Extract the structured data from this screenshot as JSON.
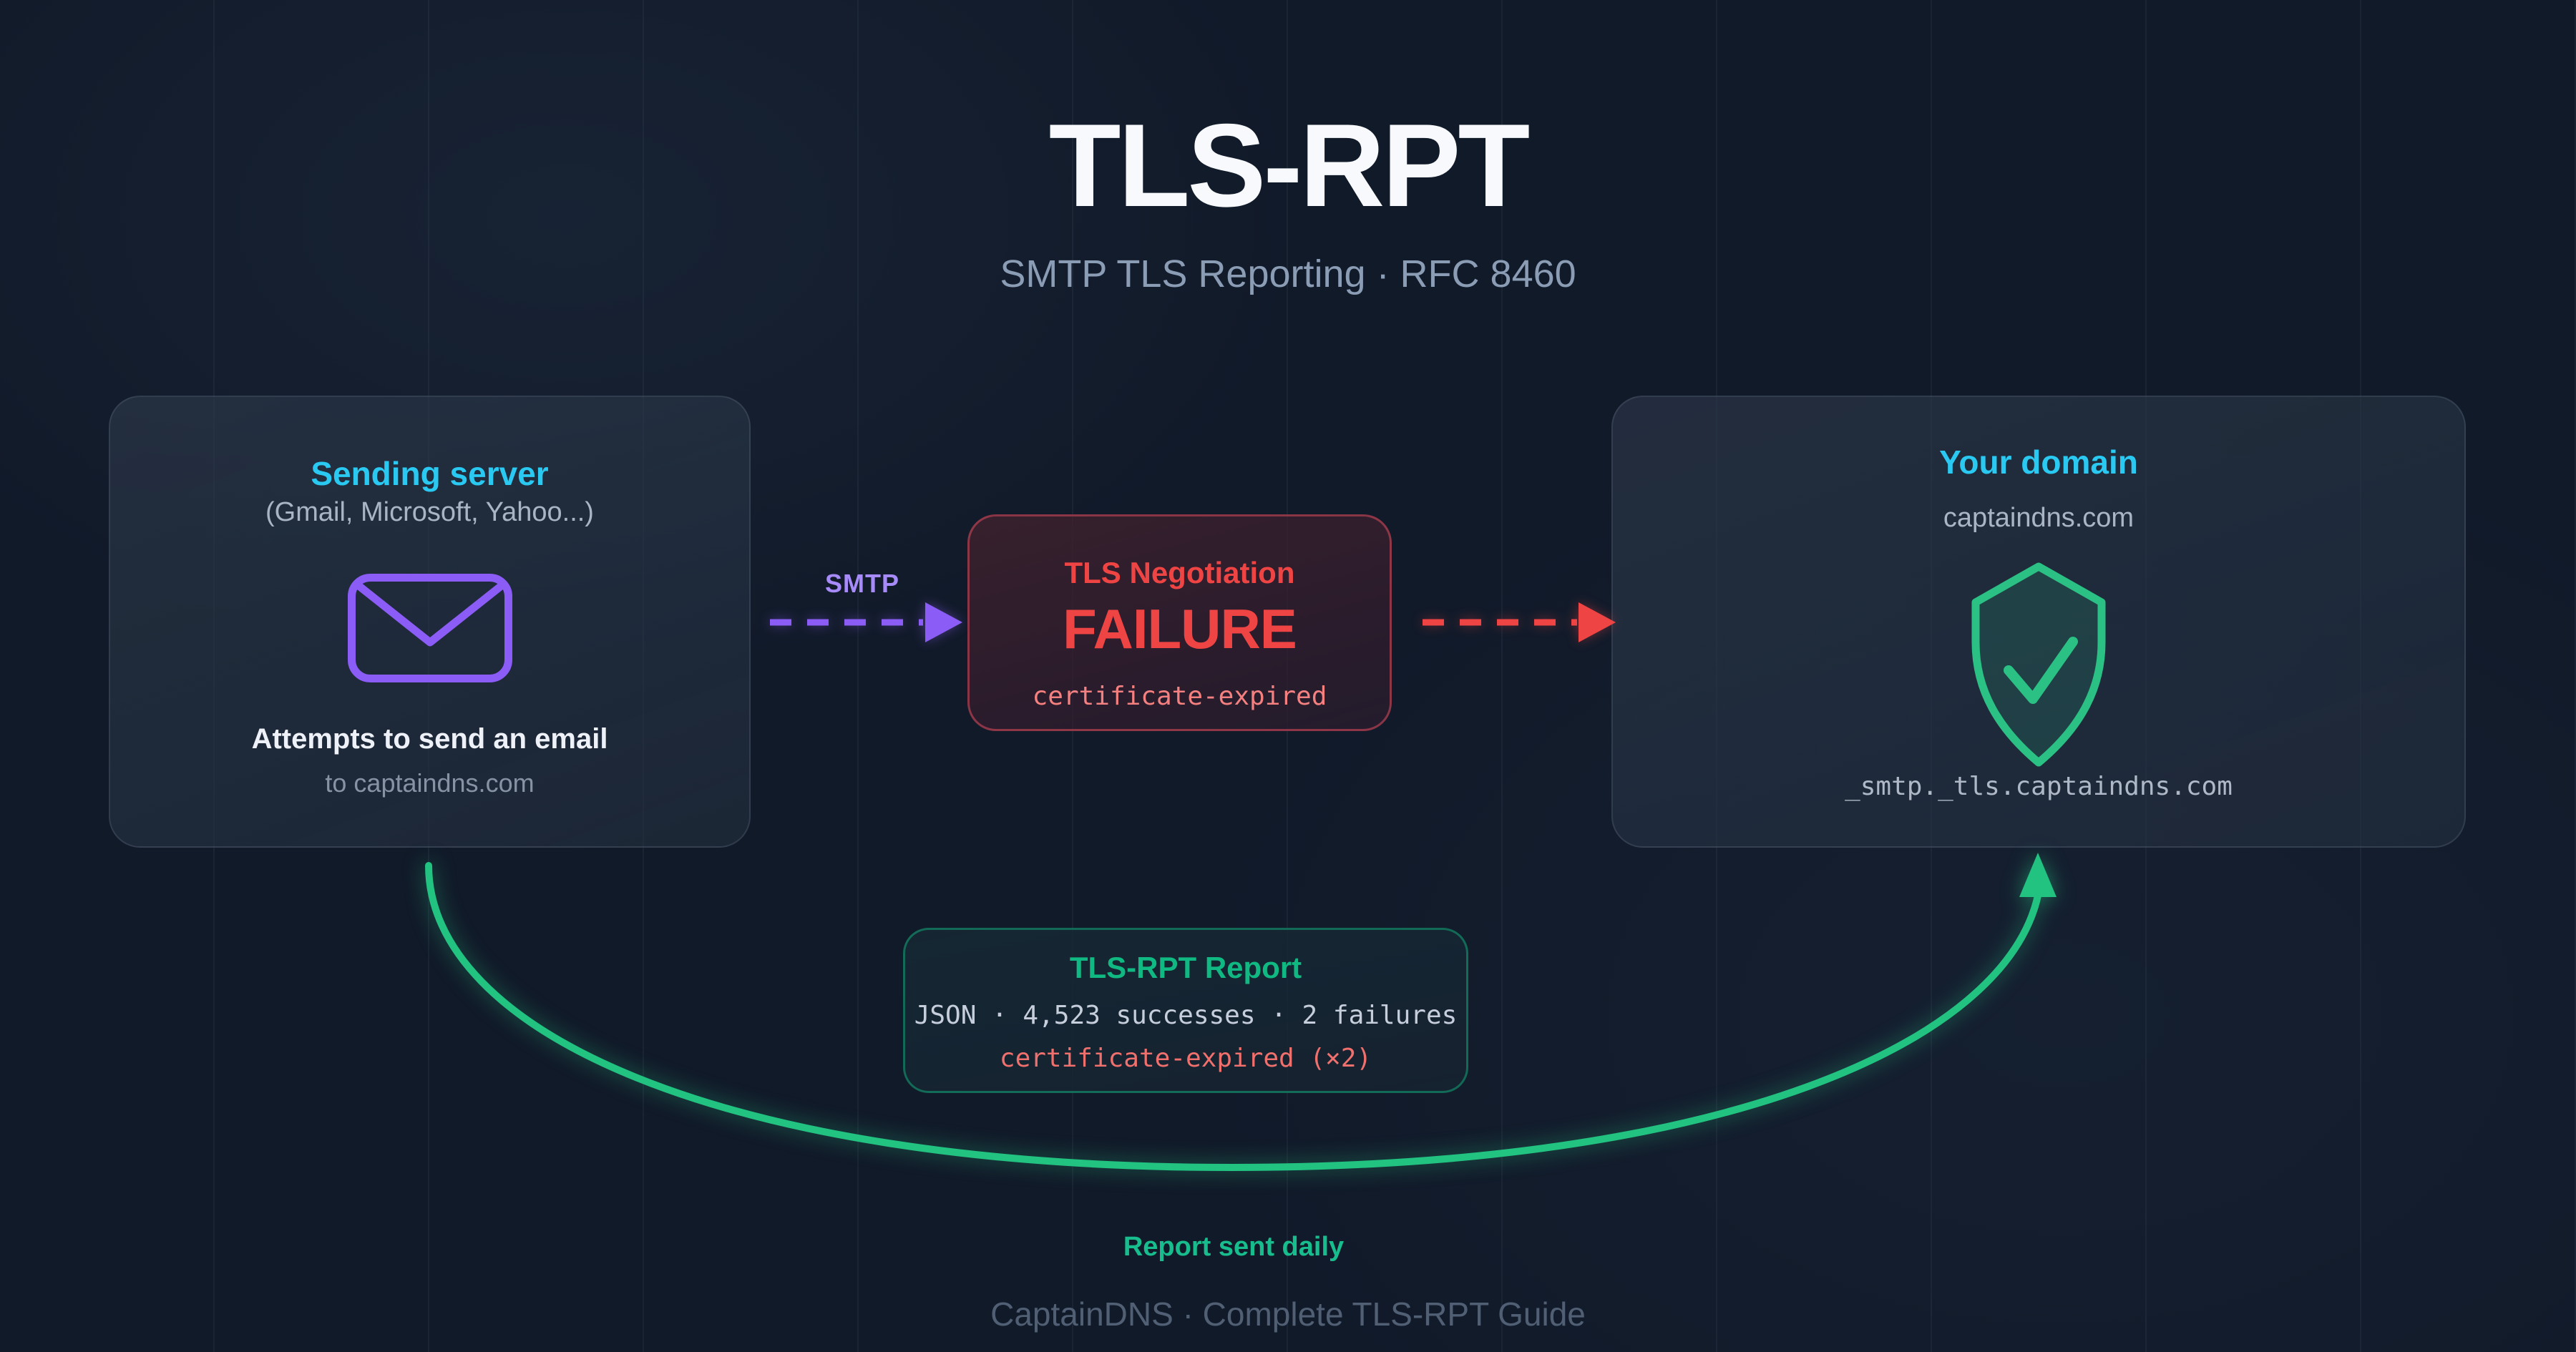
{
  "colors": {
    "background": "#111a29",
    "accent_cyan": "#29c9f2",
    "accent_purple": "#8b5cf6",
    "accent_purple_light": "#a78bfa",
    "accent_red": "#ef4444",
    "accent_red_light": "#f58080",
    "accent_green": "#22c281",
    "accent_green_text": "#10b981",
    "text_primary": "#f7f9fc",
    "text_muted": "#a9b4c4",
    "text_dim": "#8793a5",
    "footer_text": "#515f74"
  },
  "header": {
    "title": "TLS-RPT",
    "subtitle": "SMTP TLS Reporting · RFC 8460"
  },
  "sending_server": {
    "title": "Sending server",
    "providers": "(Gmail, Microsoft, Yahoo...)",
    "icon": "envelope-icon",
    "action": "Attempts to send an email",
    "recipient": "to captaindns.com"
  },
  "smtp_arrow": {
    "label": "SMTP"
  },
  "tls_failure": {
    "title": "TLS Negotiation",
    "status": "FAILURE",
    "reason": "certificate-expired"
  },
  "your_domain": {
    "title": "Your domain",
    "domain": "captaindns.com",
    "icon": "shield-check-icon",
    "dns_record": "_smtp._tls.captaindns.com"
  },
  "report": {
    "title": "TLS-RPT Report",
    "summary": "JSON · 4,523 successes · 2 failures",
    "failure_detail": "certificate-expired (×2)",
    "frequency_label": "Report sent daily"
  },
  "footer": {
    "text": "CaptainDNS · Complete TLS-RPT Guide"
  }
}
